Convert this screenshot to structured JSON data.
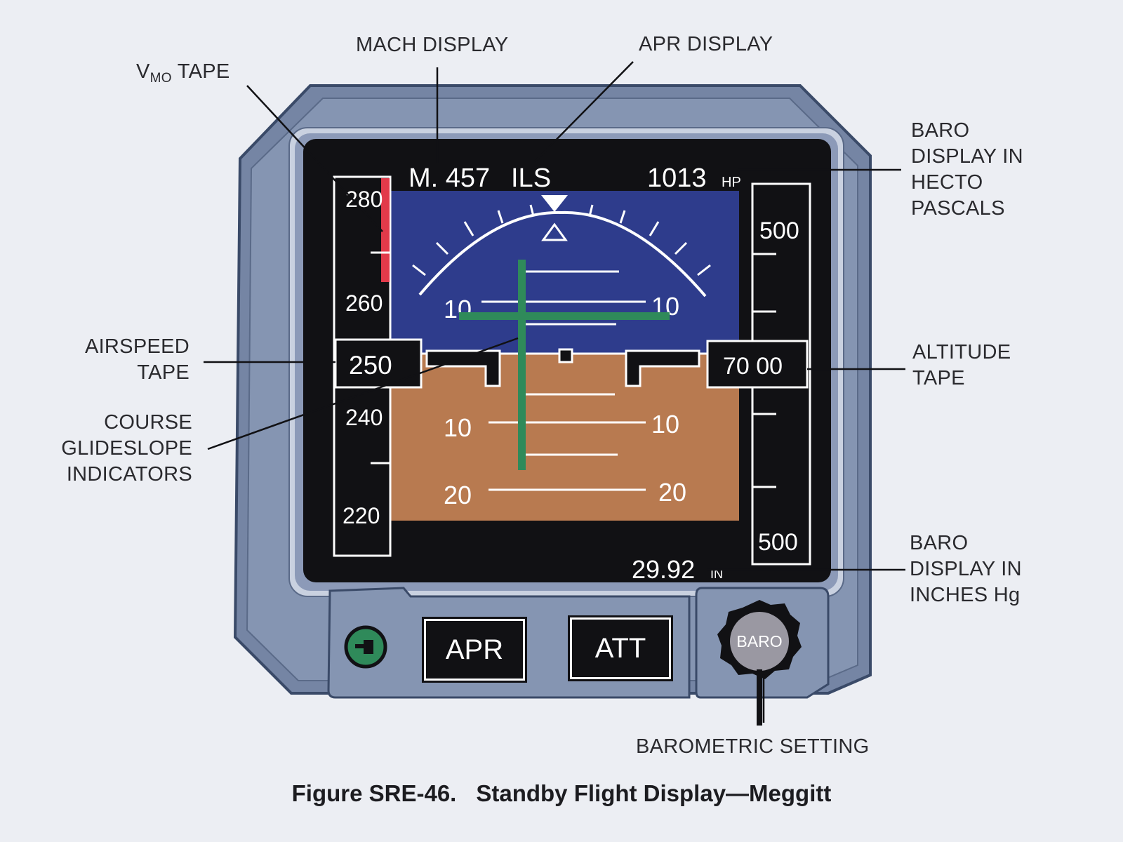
{
  "display": {
    "mach": "M. 457",
    "apr_mode": "ILS",
    "baro_hpa": "1013",
    "baro_hpa_unit": "HP",
    "baro_inhg": "29.92",
    "baro_inhg_unit": "IN",
    "airspeed_ticks": [
      "280",
      "260",
      "240",
      "220"
    ],
    "airspeed_current": "250",
    "altitude_ticks": [
      "500",
      "500"
    ],
    "altitude_current": "70 00",
    "pitch_labels": [
      "10",
      "10",
      "10",
      "10",
      "20",
      "20"
    ]
  },
  "buttons": {
    "apr": "APR",
    "att": "ATT",
    "baro_knob": "BARO"
  },
  "callouts": {
    "vmo_main": "V",
    "vmo_sub": "MO",
    "vmo_tail": " TAPE",
    "mach_display": "MACH DISPLAY",
    "apr_display": "APR DISPLAY",
    "baro_hpa": [
      "BARO",
      "DISPLAY IN",
      "HECTO",
      "PASCALS"
    ],
    "airspeed_tape": [
      "AIRSPEED",
      "TAPE"
    ],
    "course_glideslope": [
      "COURSE",
      "GLIDESLOPE",
      "INDICATORS"
    ],
    "altitude_tape": [
      "ALTITUDE",
      "TAPE"
    ],
    "baro_inhg": [
      "BARO",
      "DISPLAY IN",
      "INCHES Hg"
    ],
    "barometric_setting": "BAROMETRIC SETTING"
  },
  "caption": {
    "figure": "Figure SRE-46.",
    "title": "Standby Flight Display—Meggitt"
  },
  "colors": {
    "sky": "#2e3c8c",
    "ground": "#b87a50",
    "bezel": "#7a8aa8",
    "indicator_green": "#2f8a5a",
    "vmo_red": "#e23a4a"
  }
}
